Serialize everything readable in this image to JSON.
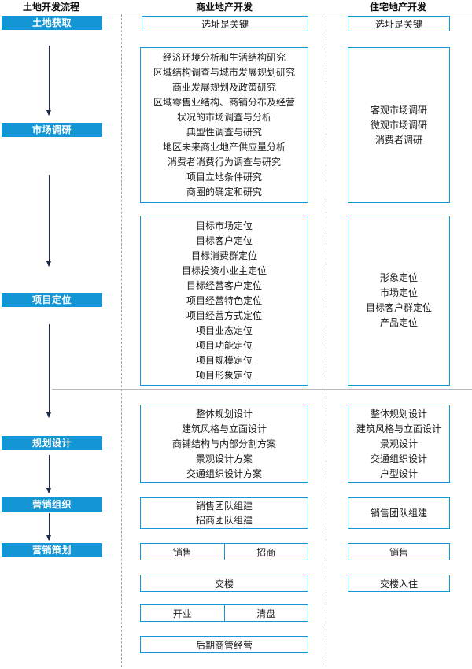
{
  "headers": {
    "process": "土地开发流程",
    "commercial": "商业地产开发",
    "residential": "住宅地产开发"
  },
  "stages": [
    "土地获取",
    "市场调研",
    "项目定位",
    "规划设计",
    "营销组织",
    "营销策划"
  ],
  "commercial": {
    "land": [
      "选址是关键"
    ],
    "research": [
      "经济环境分析和生活结构研究",
      "区域结构调查与城市发展规划研究",
      "商业发展规划及政策研究",
      "区域零售业结构、商铺分布及经营",
      "状况的市场调查与分析",
      "典型性调查与研究",
      "地区未来商业地产供应量分析",
      "消费者消费行为调查与研究",
      "项目立地条件研究",
      "商圈的确定和研究"
    ],
    "positioning": [
      "目标市场定位",
      "目标客户定位",
      "目标消费群定位",
      "目标投资小业主定位",
      "目标经营客户定位",
      "项目经营特色定位",
      "项目经营方式定位",
      "项目业态定位",
      "项目功能定位",
      "项目规模定位",
      "项目形象定位"
    ],
    "design": [
      "整体规划设计",
      "建筑风格与立面设计",
      "商铺结构与内部分割方案",
      "景观设计方案",
      "交通组织设计方案"
    ],
    "organization": [
      "销售团队组建",
      "招商团队组建"
    ],
    "planning": {
      "sales": "销售",
      "leasing": "招商",
      "handover": "交楼",
      "opening": "开业",
      "clearance": "清盘",
      "management": "后期商管经营"
    }
  },
  "residential": {
    "land": [
      "选址是关键"
    ],
    "research": [
      "客观市场调研",
      "微观市场调研",
      "消费者调研"
    ],
    "positioning": [
      "形象定位",
      "市场定位",
      "目标客户群定位",
      "产品定位"
    ],
    "design": [
      "整体规划设计",
      "建筑风格与立面设计",
      "景观设计",
      "交通组织设计",
      "户型设计"
    ],
    "organization": [
      "销售团队组建"
    ],
    "planning": {
      "sales": "销售",
      "handover": "交楼入住"
    }
  }
}
